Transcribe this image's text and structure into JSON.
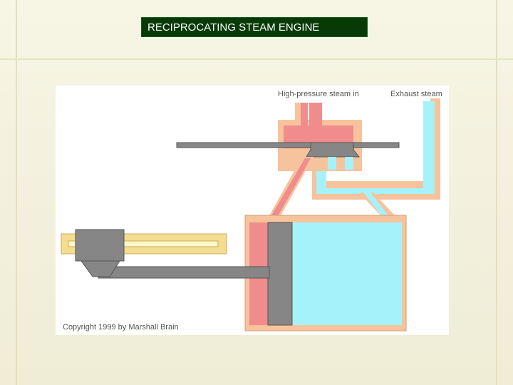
{
  "slide": {
    "title": "RECIPROCATING STEAM ENGINE"
  },
  "diagram": {
    "label_inlet": "High-pressure steam in",
    "label_exhaust": "Exhaust steam",
    "copyright": "Copyright 1999 by Marshall Brain",
    "colors": {
      "high_pressure_steam": "#f08c8c",
      "exhaust_steam": "#a6f2fa",
      "casing": "#f7c39c",
      "metal_parts": "#868686",
      "flywheel_guide": "#f5dd8f"
    }
  }
}
